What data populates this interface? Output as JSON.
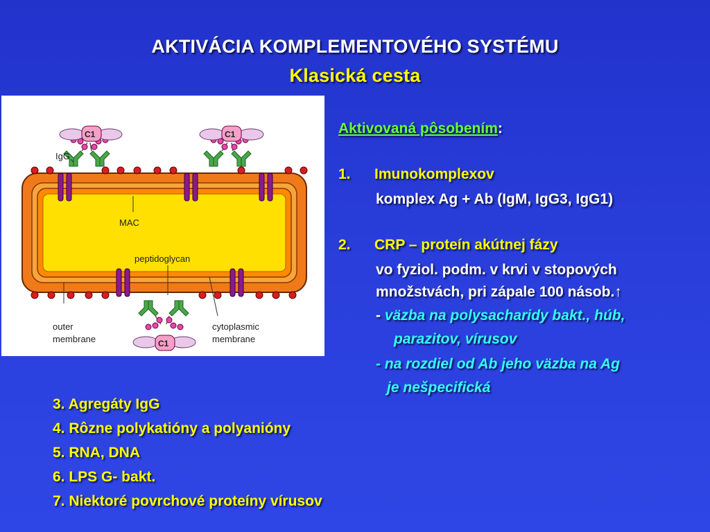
{
  "title": "AKTIVÁCIA KOMPLEMENTOVÉHO SYSTÉMU",
  "subtitle": "Klasická cesta",
  "diagram": {
    "c1_label": "C1",
    "igg_label": "IgG",
    "mac_label": "MAC",
    "peptidoglycan_label": "peptidoglycan",
    "outer_membrane_line1": "outer",
    "outer_membrane_line2": "membrane",
    "cytoplasmic_line1": "cytoplasmic",
    "cytoplasmic_line2": "membrane",
    "colors": {
      "outer_membrane": "#f07a1a",
      "inner_fill": "#ffe000",
      "channel": "#8b1a8b",
      "antigen_dot": "#d32020",
      "antibody": "#4aa84a",
      "c1_fill": "#f5a0c8"
    }
  },
  "right": {
    "heading": "Aktivovaná pôsobením",
    "heading_colon": ":",
    "item1_num": "1.",
    "item1_title": "Imunokomplexov",
    "item1_detail": "komplex Ag + Ab (IgM, IgG3, IgG1)",
    "item2_num": "2.",
    "item2_title": "CRP – proteín akútnej fázy",
    "item2_line1": "vo fyziol. podm. v krvi v stopových",
    "item2_line2": "množstvách, pri zápale 100 násob.",
    "item2_arrow": "↑",
    "bullet1_dash": "-",
    "bullet1_line1": " väzba na polysacharidy bakt., húb,",
    "bullet1_line2": "parazitov, vírusov",
    "bullet2_line1": "- na rozdiel od Ab jeho väzba na Ag",
    "bullet2_line2": "je nešpecifická"
  },
  "bottom_list": [
    "3. Agregáty IgG",
    "4. Rôzne polykatióny a polyanióny",
    "5. RNA, DNA",
    "6. LPS  G- bakt.",
    "7. Niektoré povrchové proteíny vírusov"
  ]
}
